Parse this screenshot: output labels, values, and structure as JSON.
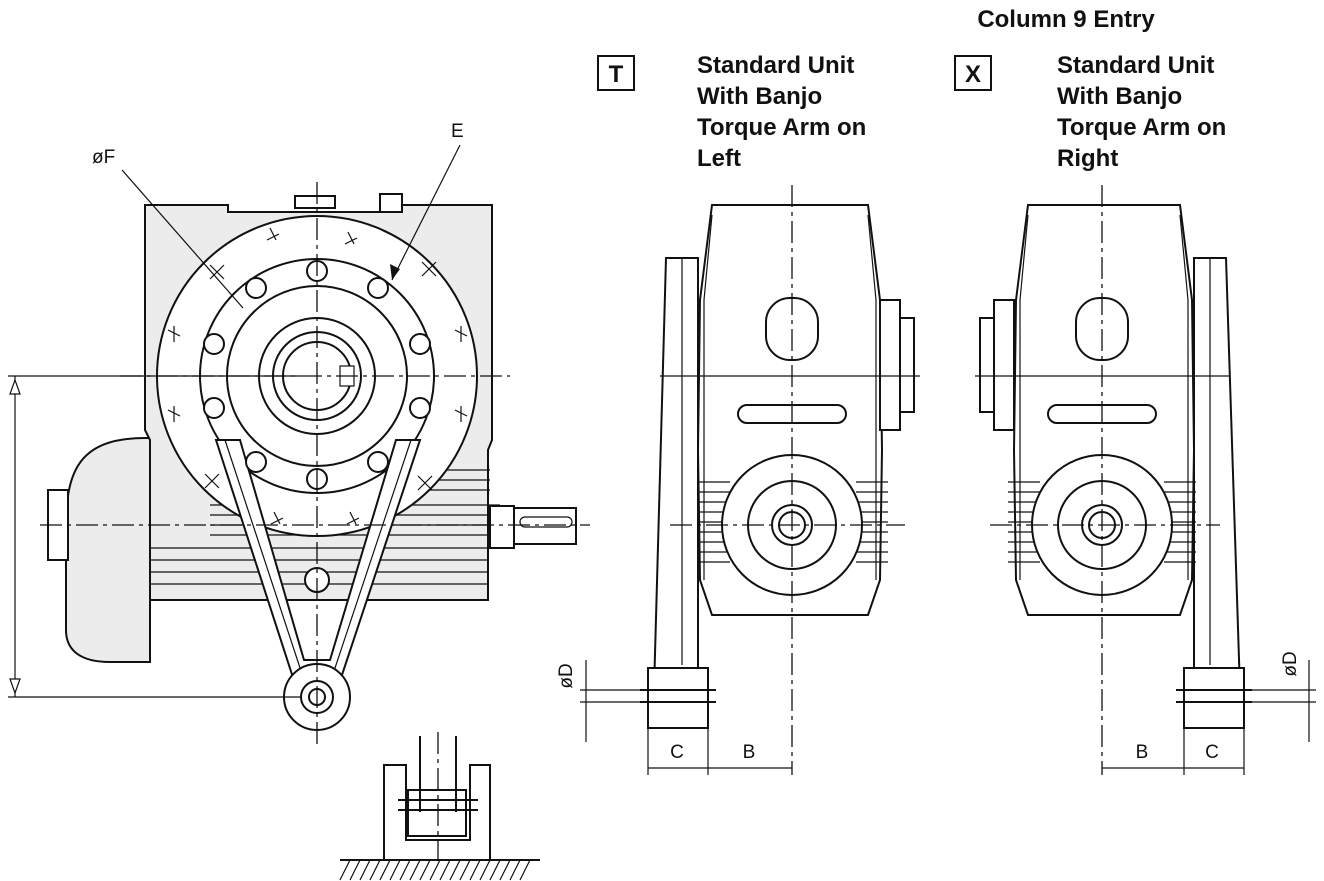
{
  "heading": "Column 9 Entry",
  "options": [
    {
      "code": "T",
      "lines": [
        "Standard Unit",
        "With Banjo",
        "Torque Arm on",
        "Left"
      ]
    },
    {
      "code": "X",
      "lines": [
        "Standard Unit",
        "With Banjo",
        "Torque Arm on",
        "Right"
      ]
    }
  ],
  "dimension_labels": {
    "phi_f": "øF",
    "e": "E",
    "phi_d": "øD",
    "b": "B",
    "c": "C"
  }
}
